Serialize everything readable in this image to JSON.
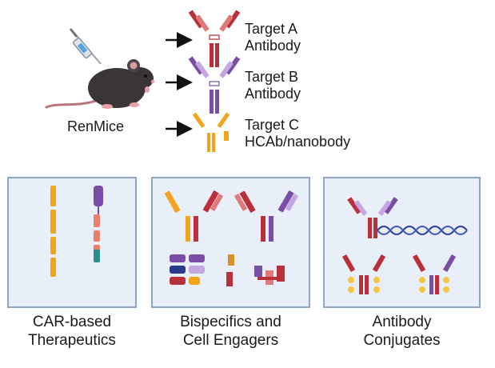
{
  "mouse": {
    "label": "RenMice"
  },
  "outputs": [
    {
      "name": "Target A",
      "type": "Antibody",
      "color": "#b8303a"
    },
    {
      "name": "Target B",
      "type": "Antibody",
      "color": "#7a4ea6"
    },
    {
      "name": "Target C",
      "type": "HCAb/nanobody",
      "color": "#f3a31c"
    }
  ],
  "panels": [
    {
      "caption_line1": "CAR-based",
      "caption_line2": "Therapeutics"
    },
    {
      "caption_line1": "Bispecifics and",
      "caption_line2": "Cell Engagers"
    },
    {
      "caption_line1": "Antibody",
      "caption_line2": "Conjugates"
    }
  ],
  "colors": {
    "red": "#b8303a",
    "red_light": "#e07a7a",
    "purple": "#7a4ea6",
    "lavender": "#c4a6e0",
    "orange": "#f3a31c",
    "teal": "#2a8f8f",
    "salmon": "#e8806a",
    "navy": "#2a3a8c",
    "payload": "#f4c542",
    "panel_bg": "#e9eff8",
    "panel_border": "#8ea5c8"
  }
}
